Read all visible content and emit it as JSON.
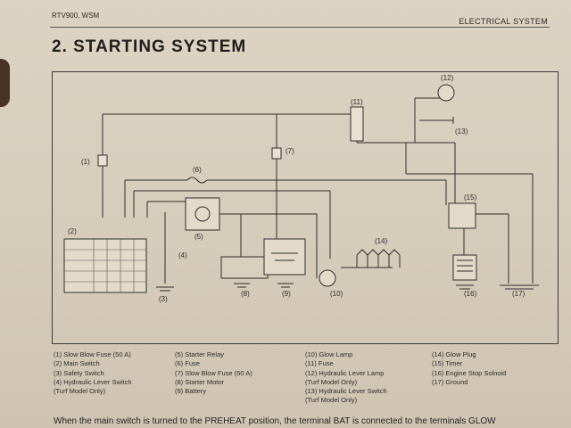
{
  "header": {
    "doc": "RTV900, WSM",
    "section": "ELECTRICAL SYSTEM"
  },
  "title": "2. STARTING SYSTEM",
  "diagram": {
    "callouts": [
      "(1)",
      "(2)",
      "(3)",
      "(4)",
      "(5)",
      "(6)",
      "(7)",
      "(8)",
      "(9)",
      "(10)",
      "(11)",
      "(12)",
      "(13)",
      "(14)",
      "(15)",
      "(16)",
      "(17)"
    ]
  },
  "legend": {
    "col1": [
      "(1) Slow Blow Fuse (50 A)",
      "(2) Main Switch",
      "(3) Safety Switch",
      "(4) Hydraulic Lever Switch",
      "     (Turf Model Only)"
    ],
    "col2": [
      "(5) Starter Relay",
      "(6) Fuse",
      "(7) Slow Blow Fuse (60 A)",
      "(8) Starter Motor",
      "(9) Battery"
    ],
    "col3": [
      "(10) Glow Lamp",
      "(11) Fuse",
      "(12) Hydraulic Lever Lamp",
      "       (Turf Model Only)",
      "(13) Hydraulic Lever Switch",
      "       (Turf Model Only)"
    ],
    "col4": [
      "(14) Glow Plug",
      "(15) Timer",
      "(16) Engine Stop Solnoid",
      "(17) Ground"
    ]
  },
  "body_text": "When the main switch is turned to the PREHEAT position, the terminal BAT is connected to the terminals GLOW"
}
